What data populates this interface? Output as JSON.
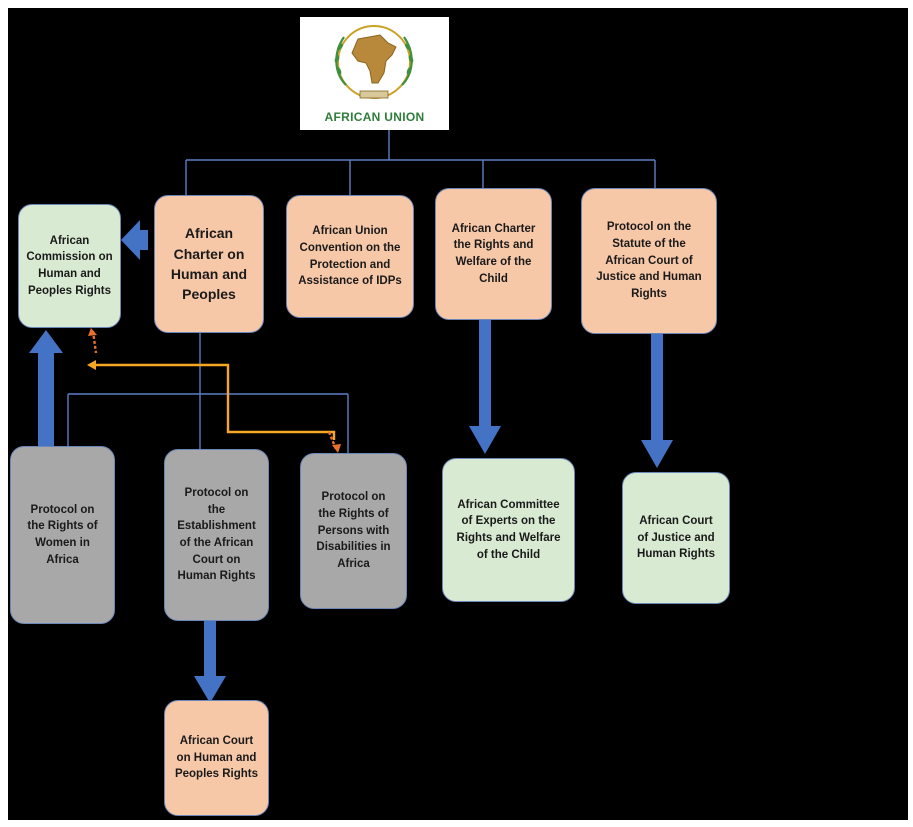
{
  "logo": {
    "caption": "AFRICAN UNION"
  },
  "nodes": {
    "charter_hpr": "African\nCharter on\nHuman and\nPeoples",
    "au_convention_idps": "African Union\nConvention on the\nProtection and\nAssistance of IDPs",
    "charter_child": "African Charter\nthe Rights and\nWelfare of the\nChild",
    "protocol_statute": "Protocol on the\nStatute of the\nAfrican Court of\nJustice and Human\nRights",
    "commission_hpr": "African\nCommission on\nHuman and\nPeoples Rights",
    "protocol_women": "Protocol on\nthe Rights of\nWomen in\nAfrica",
    "protocol_court": "Protocol on\nthe\nEstablishment\nof the African\nCourt on\nHuman Rights",
    "protocol_disabilities": "Protocol on\nthe Rights of\nPersons with\nDisabilities in\nAfrica",
    "committee_child": "African Committee\nof Experts on the\nRights and Welfare\nof the Child",
    "court_justice": "African Court\nof Justice and\nHuman Rights",
    "court_hpr": "African Court\non Human and\nPeoples Rights"
  },
  "colors": {
    "charter": "#f7c8a8",
    "body": "#d9ead3",
    "protocol": "#a8a8a8",
    "connector": "#5b7fc4",
    "arrow": "#4472c4",
    "link": "#f5a623",
    "link_tip": "#e9702a"
  }
}
